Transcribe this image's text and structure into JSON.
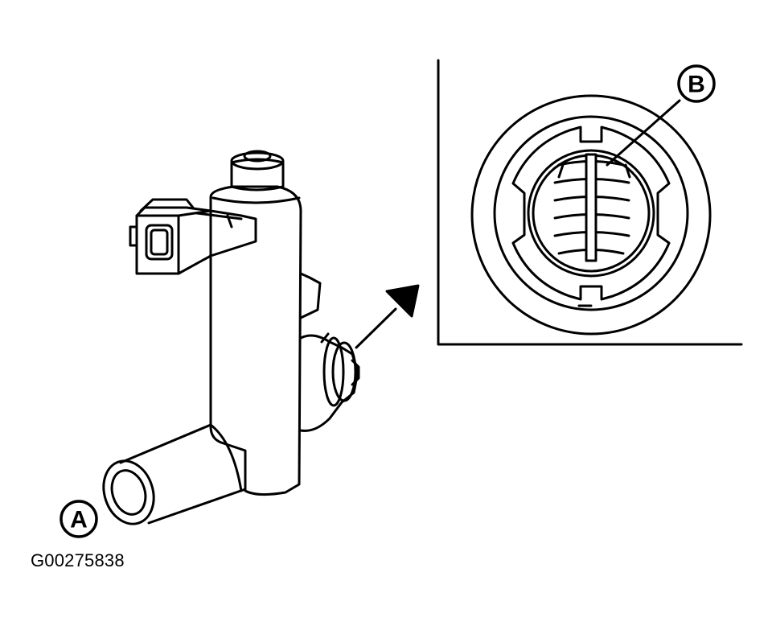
{
  "figure": {
    "code": "G00275838",
    "callouts": [
      {
        "id": "A",
        "label": "A"
      },
      {
        "id": "B",
        "label": "B"
      }
    ]
  },
  "colors": {
    "line": "#000000",
    "background": "#ffffff"
  }
}
